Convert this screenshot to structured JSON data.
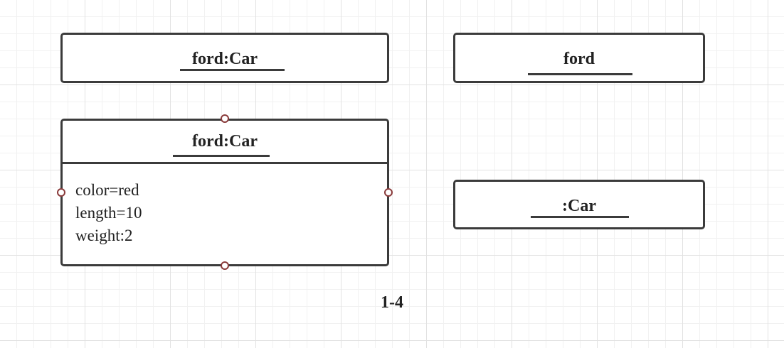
{
  "diagram": {
    "objects": [
      {
        "name": "ford:Car"
      },
      {
        "name": "ford"
      },
      {
        "name": "ford:Car",
        "attributes": [
          "color=red",
          "length=10",
          "weight:2"
        ]
      },
      {
        "name": ":Car"
      }
    ],
    "caption": "1-4"
  },
  "colors": {
    "border": "#3b3b3b",
    "handle": "#8a3b3b",
    "grid": "#e2e2e2"
  }
}
